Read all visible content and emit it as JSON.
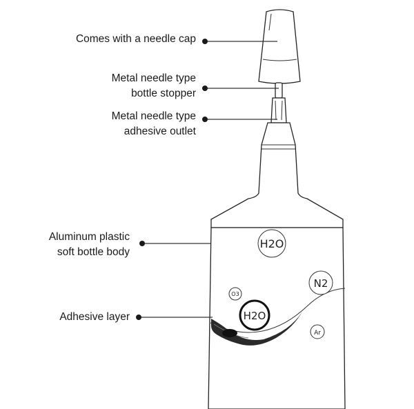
{
  "callouts": [
    {
      "id": "needle-cap",
      "lines": [
        "Comes with a needle cap"
      ]
    },
    {
      "id": "bottle-stopper",
      "lines": [
        "Metal needle type",
        "bottle stopper"
      ]
    },
    {
      "id": "adhesive-outlet",
      "lines": [
        "Metal needle type",
        "adhesive outlet"
      ]
    },
    {
      "id": "bottle-body",
      "lines": [
        "Aluminum plastic",
        "soft bottle body"
      ]
    },
    {
      "id": "adhesive-layer",
      "lines": [
        "Adhesive layer"
      ]
    }
  ],
  "molecules": {
    "h2o_top": "H2O",
    "n2": "N2",
    "o3": "O3",
    "h2o_center": "H2O",
    "ar": "Ar"
  }
}
